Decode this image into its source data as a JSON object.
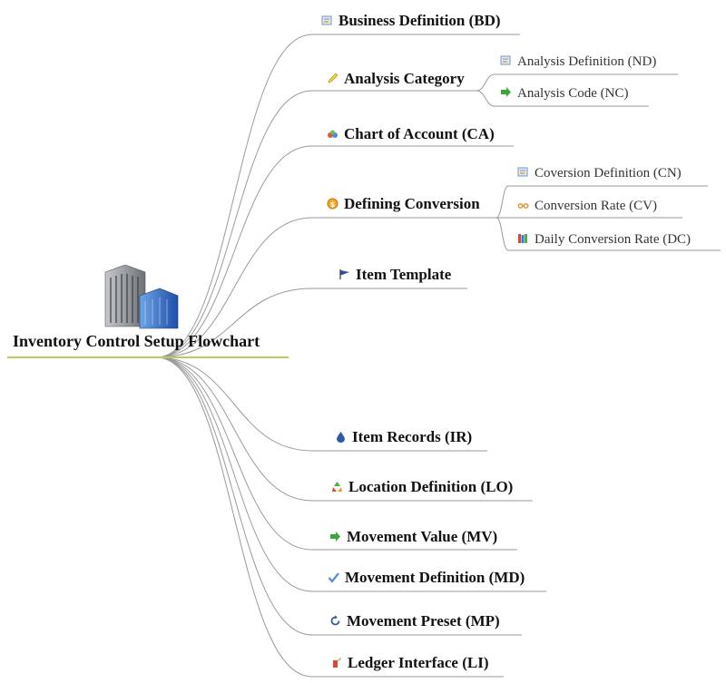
{
  "root": {
    "title": "Inventory Control Setup Flowchart",
    "icon": "office-building-icon"
  },
  "colors": {
    "root_underline": "#b9cd5a",
    "branch_line": "#9a9a9a"
  },
  "nodes": [
    {
      "label": "Business Definition (BD)",
      "icon": "edit-form-icon"
    },
    {
      "label": "Analysis Category",
      "icon": "pencil-icon",
      "children": [
        {
          "label": "Analysis Definition (ND)",
          "icon": "edit-form-icon"
        },
        {
          "label": "Analysis Code (NC)",
          "icon": "green-arrow-icon"
        }
      ]
    },
    {
      "label": "Chart of Account (CA)",
      "icon": "chart-icon"
    },
    {
      "label": "Defining Conversion",
      "icon": "coin-icon",
      "children": [
        {
          "label": "Coversion Definition (CN)",
          "icon": "edit-form-icon"
        },
        {
          "label": "Conversion Rate (CV)",
          "icon": "glasses-icon"
        },
        {
          "label": "Daily Conversion Rate (DC)",
          "icon": "books-icon"
        }
      ]
    },
    {
      "label": "Item Template",
      "icon": "flag-icon"
    },
    {
      "label": "Item Records (IR)",
      "icon": "drop-icon"
    },
    {
      "label": "Location Definition (LO)",
      "icon": "recycle-icon"
    },
    {
      "label": "Movement Value (MV)",
      "icon": "green-arrow-icon"
    },
    {
      "label": "Movement Definition (MD)",
      "icon": "checkmark-icon"
    },
    {
      "label": "Movement Preset (MP)",
      "icon": "refresh-icon"
    },
    {
      "label": "Ledger Interface (LI)",
      "icon": "ledger-icon"
    }
  ]
}
